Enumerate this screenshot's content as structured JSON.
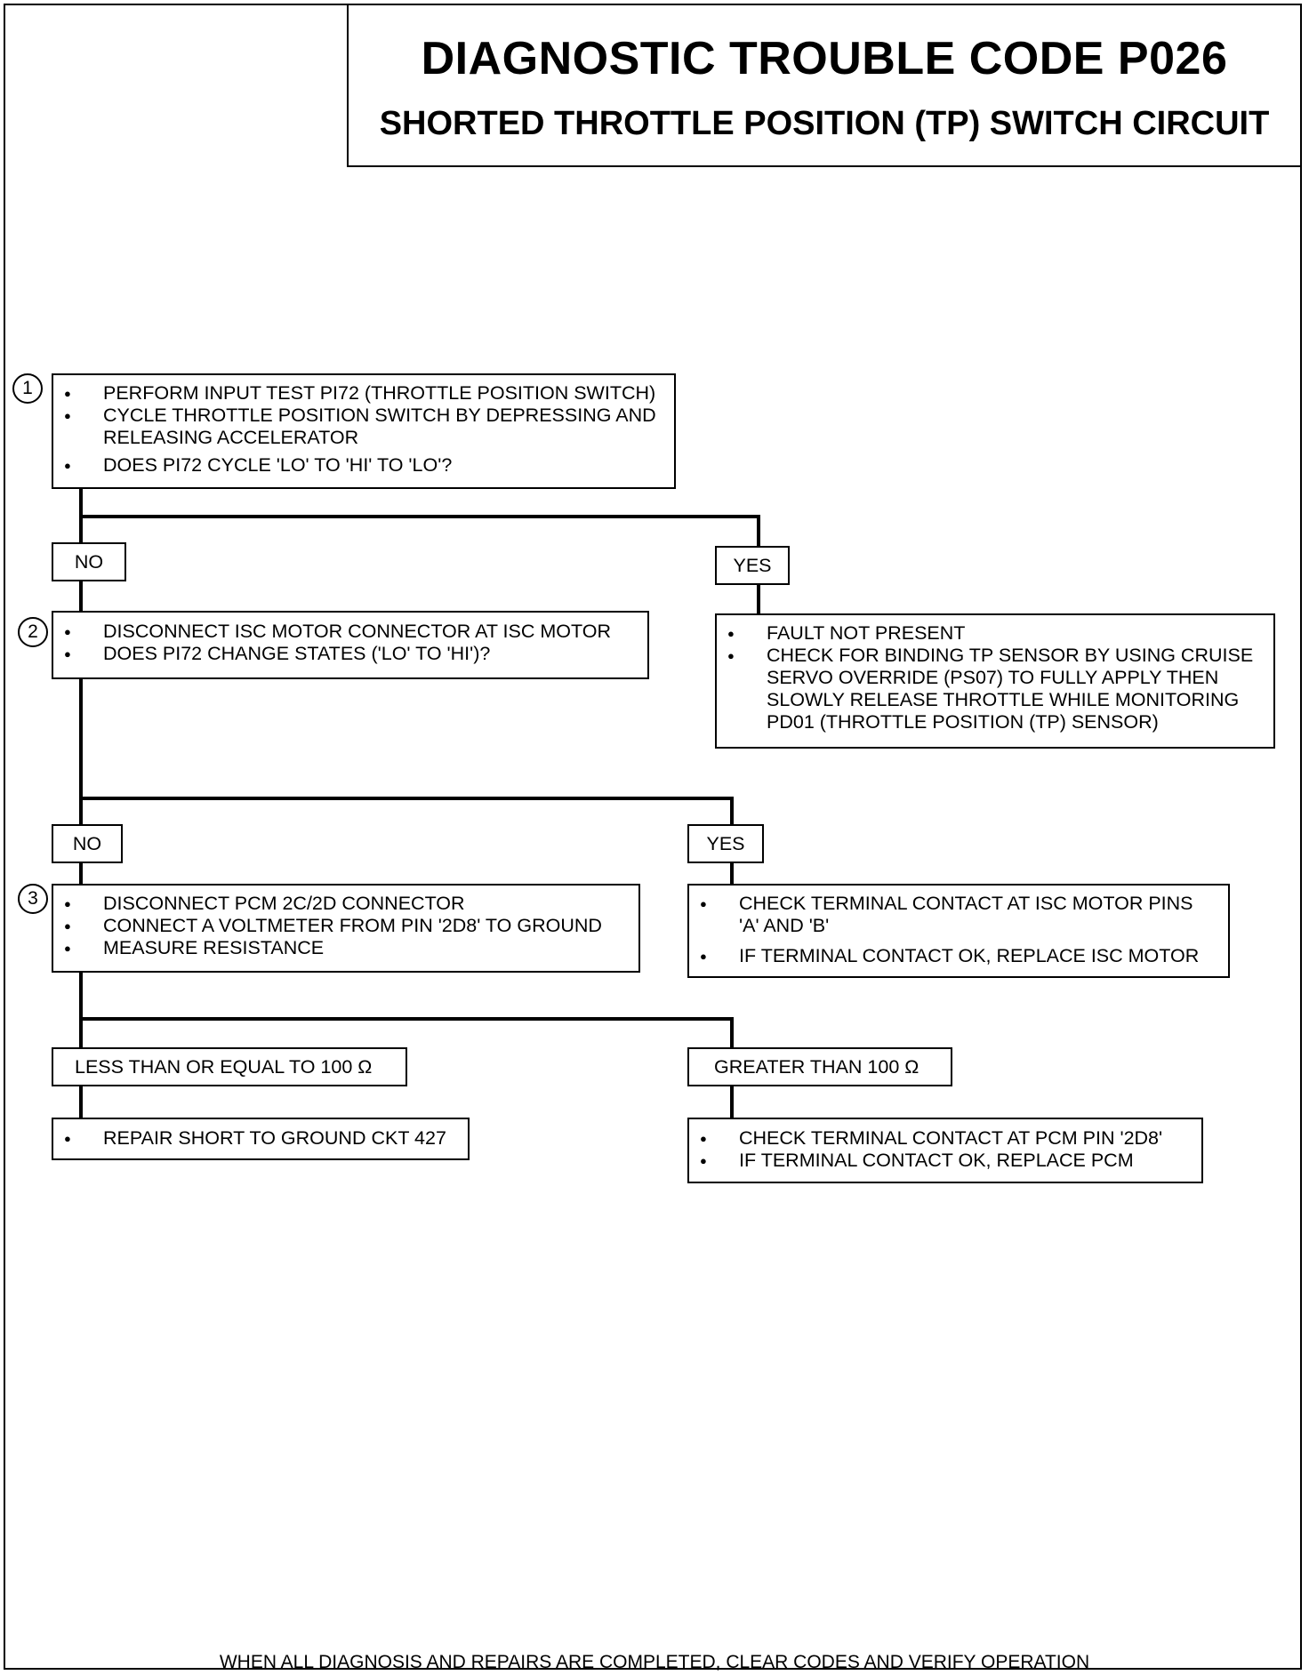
{
  "title": "DIAGNOSTIC TROUBLE CODE P026",
  "subtitle": "SHORTED THROTTLE POSITION (TP) SWITCH CIRCUIT",
  "step1": {
    "number": "1",
    "items": [
      "PERFORM INPUT TEST PI72 (THROTTLE POSITION SWITCH)",
      "CYCLE THROTTLE POSITION SWITCH BY DEPRESSING AND",
      "RELEASING ACCELERATOR",
      "DOES PI72 CYCLE 'LO' TO 'HI' TO 'LO'?"
    ]
  },
  "branch1": {
    "no_label": "NO",
    "yes_label": "YES"
  },
  "yes1": {
    "items": [
      "FAULT NOT PRESENT",
      "CHECK FOR BINDING TP SENSOR BY USING CRUISE",
      "SERVO  OVERRIDE (PS07) TO FULLY APPLY THEN",
      "SLOWLY RELEASE THROTTLE WHILE MONITORING",
      "PD01 (THROTTLE POSITION (TP) SENSOR)"
    ]
  },
  "step2": {
    "number": "2",
    "items": [
      "DISCONNECT ISC MOTOR CONNECTOR AT ISC MOTOR",
      "DOES  PI72 CHANGE STATES ('LO' TO 'HI')?"
    ]
  },
  "branch2": {
    "no_label": "NO",
    "yes_label": "YES"
  },
  "yes2": {
    "items": [
      "CHECK TERMINAL CONTACT AT ISC MOTOR PINS",
      "'A' AND 'B'",
      "IF TERMINAL CONTACT OK, REPLACE ISC MOTOR"
    ]
  },
  "step3": {
    "number": "3",
    "items": [
      "DISCONNECT PCM 2C/2D CONNECTOR",
      "CONNECT A VOLTMETER FROM PIN '2D8' TO GROUND",
      "MEASURE RESISTANCE"
    ]
  },
  "branch3": {
    "left_label": "LESS THAN OR EQUAL TO 100 Ω",
    "right_label": "GREATER THAN 100 Ω"
  },
  "result_left": {
    "items": [
      "REPAIR SHORT TO GROUND CKT 427"
    ]
  },
  "result_right": {
    "items": [
      "CHECK TERMINAL CONTACT AT PCM PIN '2D8'",
      "IF TERMINAL CONTACT OK, REPLACE PCM"
    ]
  },
  "footer": "WHEN ALL DIAGNOSIS AND REPAIRS ARE COMPLETED, CLEAR CODES AND VERIFY OPERATION"
}
